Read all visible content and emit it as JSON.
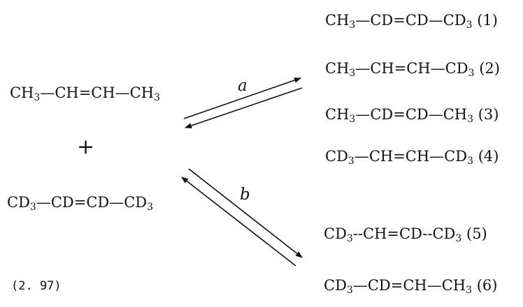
{
  "reactants": {
    "r1": "CH3—CH=CH—CH3",
    "plus": "+",
    "r2": "CD3—CD=CD—CD3"
  },
  "labels": {
    "a": "a",
    "b": "b"
  },
  "products": [
    {
      "formula": "CH3—CD=CD—CD3",
      "num": "(1)"
    },
    {
      "formula": "CH3—CH=CH—CD3",
      "num": "(2)"
    },
    {
      "formula": "CH3—CD=CD—CH3",
      "num": "(3)"
    },
    {
      "formula": "CD3—CH=CH—CD3",
      "num": "(4)"
    },
    {
      "formula": "CD3--CH=CD--CD3",
      "num": "(5)"
    },
    {
      "formula": "CD3—CD=CH—CH3",
      "num": "(6)"
    }
  ],
  "equation_number": "(2. 97)"
}
